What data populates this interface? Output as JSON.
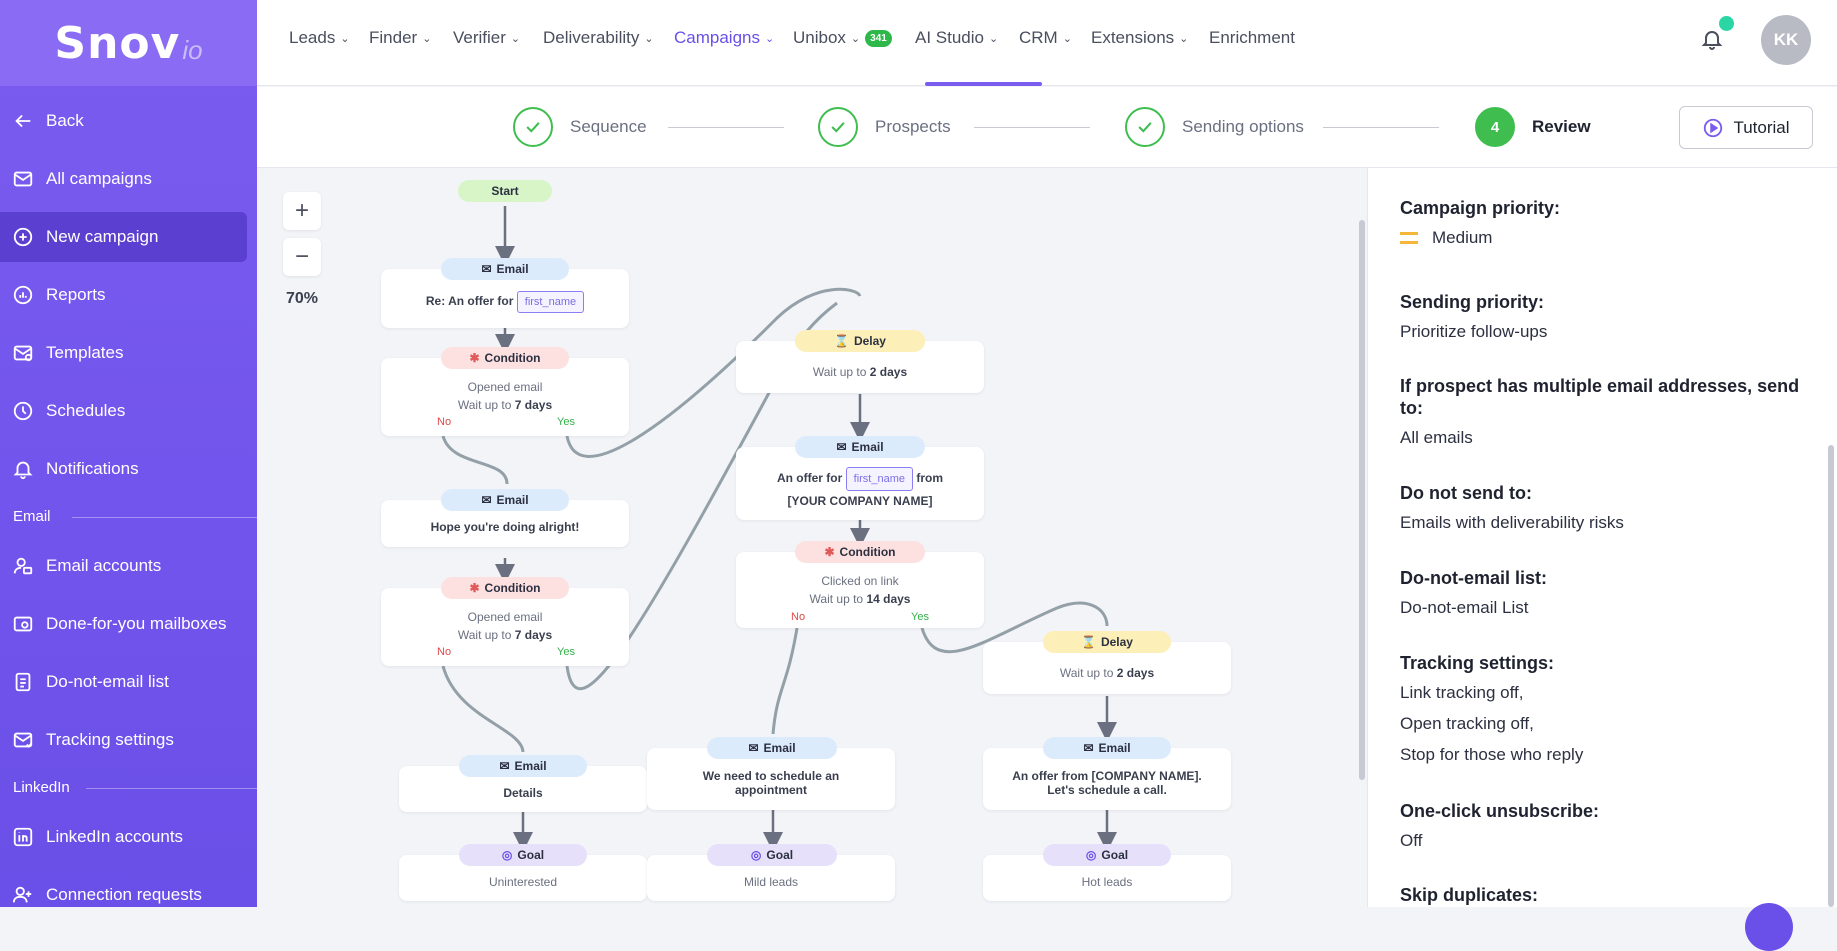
{
  "logo": {
    "main": "Snov",
    "suffix": "io"
  },
  "sidebar": {
    "items": [
      {
        "label": "Back",
        "icon": "arrow-left-icon"
      },
      {
        "label": "All campaigns",
        "icon": "mail-icon"
      },
      {
        "label": "New campaign",
        "icon": "plus-circle-icon"
      },
      {
        "label": "Reports",
        "icon": "report-icon"
      },
      {
        "label": "Templates",
        "icon": "template-icon"
      },
      {
        "label": "Schedules",
        "icon": "clock-icon"
      },
      {
        "label": "Notifications",
        "icon": "bell-icon"
      }
    ],
    "email_section": "Email",
    "email_items": [
      {
        "label": "Email accounts",
        "icon": "user-accounts-icon"
      },
      {
        "label": "Done-for-you mailboxes",
        "icon": "mailbox-icon"
      },
      {
        "label": "Do-not-email list",
        "icon": "list-icon"
      },
      {
        "label": "Tracking settings",
        "icon": "tracking-icon"
      }
    ],
    "linkedin_section": "LinkedIn",
    "linkedin_items": [
      {
        "label": "LinkedIn accounts",
        "icon": "linkedin-icon"
      },
      {
        "label": "Connection requests",
        "icon": "connection-icon"
      }
    ]
  },
  "nav": {
    "items": [
      "Leads",
      "Finder",
      "Verifier",
      "Deliverability",
      "Campaigns",
      "Unibox",
      "AI Studio",
      "CRM",
      "Extensions",
      "Enrichment"
    ],
    "unibox_badge": "341",
    "avatar": "KK"
  },
  "steps": {
    "items": [
      "Sequence",
      "Prospects",
      "Sending options",
      "Review"
    ],
    "current_number": "4",
    "tutorial": "Tutorial"
  },
  "canvas": {
    "zoom": "70%",
    "zoom_in": "+",
    "zoom_out": "−",
    "pills": {
      "start": "Start",
      "email": "Email",
      "condition": "Condition",
      "delay": "Delay",
      "goal": "Goal"
    },
    "yes": "Yes",
    "no": "No",
    "nodes": {
      "email1_prefix": "Re: An offer for",
      "var_first_name": "first_name",
      "cond1_line1": "Opened email",
      "cond1_line2_prefix": "Wait up to",
      "cond1_days": "7 days",
      "delay1_prefix": "Wait up to",
      "delay1_days": "2 days",
      "email2_prefix": "An offer for",
      "email2_from": "from",
      "email2_company": "[YOUR COMPANY NAME]",
      "email3": "Hope you're doing alright!",
      "cond2_line1": "Clicked on link",
      "cond2_line2_prefix": "Wait up to",
      "cond2_days": "14 days",
      "cond3_line1": "Opened email",
      "cond3_line2_prefix": "Wait up to",
      "cond3_days": "7 days",
      "delay2_prefix": "Wait up to",
      "delay2_days": "2 days",
      "email4": "Details",
      "email5": "We need to schedule an appointment",
      "email6": "An offer from [COMPANY NAME]. Let's schedule a call.",
      "goal1": "Uninterested",
      "goal2": "Mild leads",
      "goal3": "Hot leads"
    }
  },
  "panel": {
    "campaign_priority_h": "Campaign priority:",
    "campaign_priority_v": "Medium",
    "sending_priority_h": "Sending priority:",
    "sending_priority_v": "Prioritize follow-ups",
    "multi_email_h": "If prospect has multiple email addresses, send to:",
    "multi_email_v": "All emails",
    "do_not_send_h": "Do not send to:",
    "do_not_send_v": "Emails with deliverability risks",
    "dne_list_h": "Do-not-email list:",
    "dne_list_v": "Do-not-email List",
    "tracking_h": "Tracking settings:",
    "tracking_v1": "Link tracking off,",
    "tracking_v2": "Open tracking off,",
    "tracking_v3": "Stop for those who reply",
    "unsubscribe_h": "One-click unsubscribe:",
    "unsubscribe_v": "Off",
    "skip_dup_h": "Skip duplicates:"
  },
  "colors": {
    "brand": "#7b5cf0",
    "success": "#3fbe4f",
    "no": "#e04848",
    "yes": "#35b04a"
  }
}
